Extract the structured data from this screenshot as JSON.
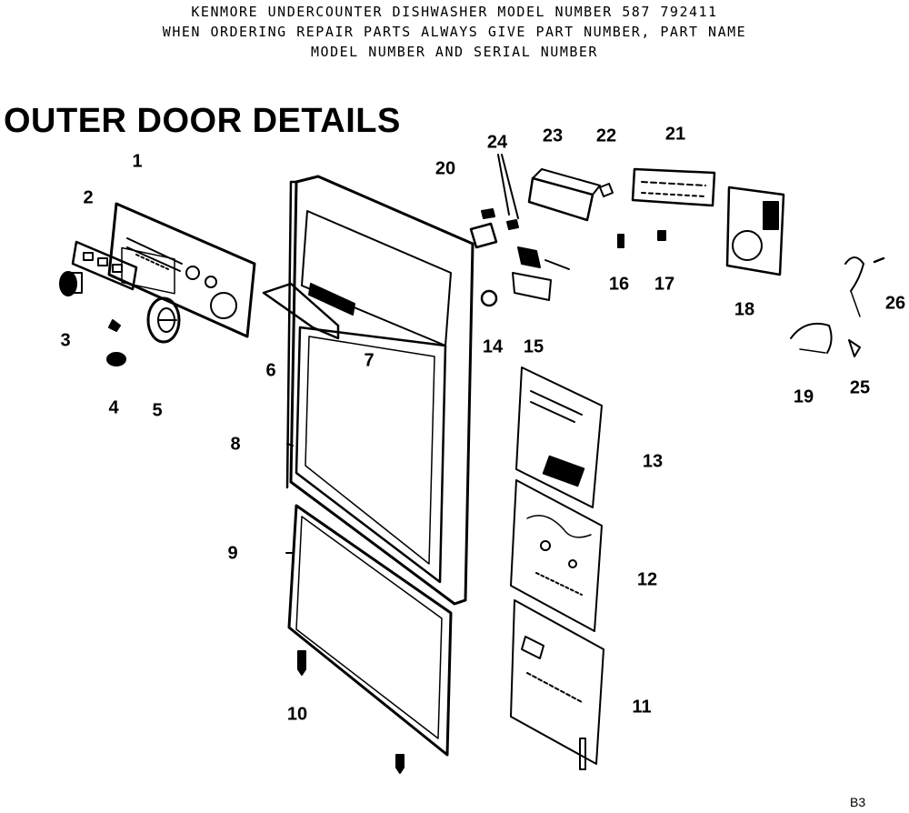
{
  "header": {
    "line1": "KENMORE UNDERCOUNTER DISHWASHER    MODEL NUMBER 587 792411",
    "line2": "WHEN ORDERING REPAIR PARTS ALWAYS GIVE PART NUMBER, PART NAME",
    "line3": "MODEL NUMBER AND SERIAL NUMBER"
  },
  "title": "OUTER DOOR DETAILS",
  "labels": {
    "p1": "1",
    "p2": "2",
    "p3": "3",
    "p4": "4",
    "p5": "5",
    "p6": "6",
    "p7": "7",
    "p8": "8",
    "p9": "9",
    "p10": "10",
    "p11": "11",
    "p12": "12",
    "p13": "13",
    "p14": "14",
    "p15": "15",
    "p16": "16",
    "p17": "17",
    "p18": "18",
    "p19": "19",
    "p20": "20",
    "p21": "21",
    "p22": "22",
    "p23": "23",
    "p24": "24",
    "p25": "25",
    "p26": "26"
  },
  "page_code": "B3"
}
